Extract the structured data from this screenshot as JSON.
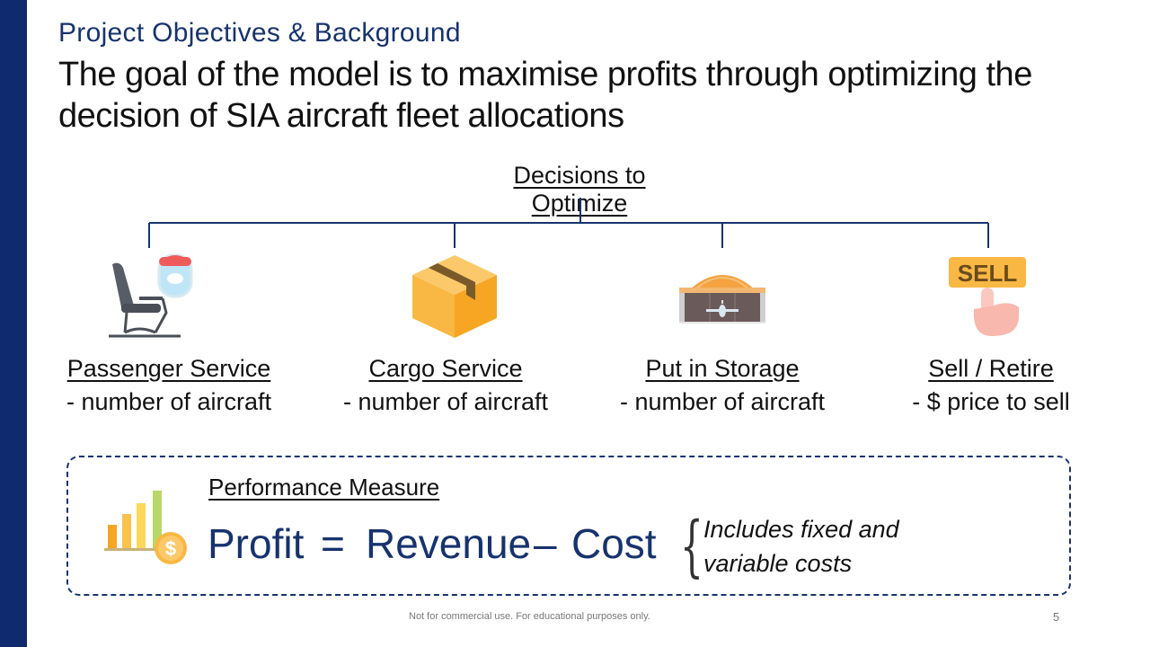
{
  "slide": {
    "subtitle": "Project Objectives & Background",
    "title": "The goal of the model is to maximise profits through optimizing the decision of SIA aircraft fleet allocations",
    "accent_color": "#0f2b6e",
    "text_color": "#17336e"
  },
  "tree": {
    "title": "Decisions to Optimize",
    "items": [
      {
        "label": "Passenger Service",
        "sub": "- number of aircraft",
        "icon": "airplane-seat-icon"
      },
      {
        "label": "Cargo Service",
        "sub": "- number of aircraft",
        "icon": "cargo-box-icon"
      },
      {
        "label": "Put in Storage",
        "sub": "- number of aircraft",
        "icon": "hangar-icon"
      },
      {
        "label": "Sell / Retire",
        "sub": "- $ price to sell",
        "icon": "sell-sign-icon"
      }
    ],
    "sell_sign_text": "SELL"
  },
  "performance": {
    "title": "Performance Measure",
    "formula": {
      "profit": "Profit",
      "equals": "=",
      "revenue": "Revenue",
      "minus": "–",
      "cost": "Cost"
    },
    "note_line1": "Includes fixed and",
    "note_line2": "variable costs",
    "icon": "profit-chart-icon"
  },
  "footer": {
    "text": "Not for commercial use. For educational purposes only.",
    "page_number": "5"
  }
}
